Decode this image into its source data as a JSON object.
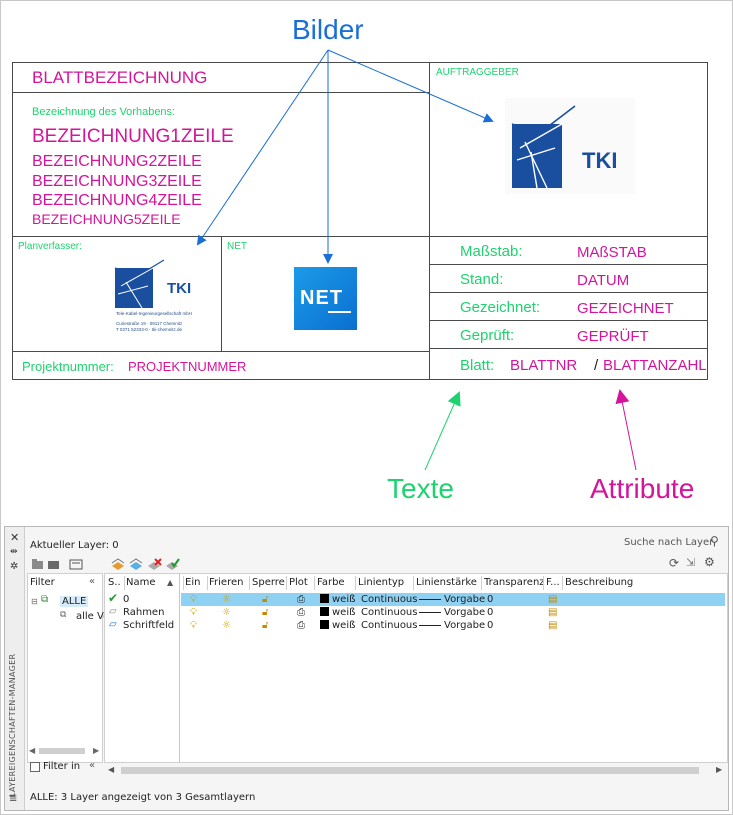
{
  "annotations": {
    "bilder": "Bilder",
    "texte": "Texte",
    "attribute": "Attribute"
  },
  "title_block": {
    "blattbezeichnung": "BLATTBEZEICHNUNG",
    "auftraggeber": "AUFTRAGGEBER",
    "bezeichnung_label": "Bezeichnung des Vorhabens:",
    "zeilen": [
      "BEZEICHNUNG1ZEILE",
      "BEZEICHNUNG2ZEILE",
      "BEZEICHNUNG3ZEILE",
      "BEZEICHNUNG4ZEILE",
      "BEZEICHNUNG5ZEILE"
    ],
    "planverfasser": "Planverfasser:",
    "net_label": "NET",
    "net_logo": "NET",
    "tki_logo": "TKI",
    "tki_address": [
      "Tele-Kabel-Ingenieurgesellschaft mbH",
      "Curiestraße 19 · 09117 Chemnitz",
      "T 0371 52333-0 · tki-chemnitz.de"
    ],
    "projektnummer_label": "Projektnummer:",
    "projektnummer": "PROJEKTNUMMER",
    "fields": [
      {
        "label": "Maßstab:",
        "value": "MAßSTAB"
      },
      {
        "label": "Stand:",
        "value": "DATUM"
      },
      {
        "label": "Gezeichnet:",
        "value": "GEZEICHNET"
      },
      {
        "label": "Geprüft:",
        "value": "GEPRÜFT"
      }
    ],
    "blatt_label": "Blatt:",
    "blattnr": "BLATTNR",
    "slash": "/",
    "blattanzahl": "BLATTANZAHL"
  },
  "layer_manager": {
    "side_title": "LAYEREIGENSCHAFTEN-MANAGER",
    "current_layer": "Aktueller Layer: 0",
    "search_placeholder": "Suche nach Layer",
    "filter_header": "Filter",
    "filter_collapse": "«",
    "tree": [
      "ALLE",
      "alle Ve"
    ],
    "filter_invert": "Filter in",
    "columns": [
      "S..",
      "Name",
      "Ein",
      "Frieren",
      "Sperre",
      "Plot",
      "Farbe",
      "Linientyp",
      "Linienstärke",
      "Transparenz",
      "F...",
      "Beschreibung"
    ],
    "layers": [
      {
        "name": "0",
        "farbe": "weiß",
        "linientyp": "Continuous",
        "linienstaerke": "Vorgabe",
        "transparenz": "0"
      },
      {
        "name": "Rahmen",
        "farbe": "weiß",
        "linientyp": "Continuous",
        "linienstaerke": "Vorgabe",
        "transparenz": "0"
      },
      {
        "name": "Schriftfeld",
        "farbe": "weiß",
        "linientyp": "Continuous",
        "linienstaerke": "Vorgabe",
        "transparenz": "0"
      }
    ],
    "status": "ALLE: 3 Layer angezeigt von 3 Gesamtlayern"
  },
  "colors": {
    "magenta": "#d4149a",
    "green": "#1ed36f",
    "blue": "#1a6fd6",
    "selected_row": "#8fd1f3",
    "tki_blue": "#1a4fa0"
  }
}
